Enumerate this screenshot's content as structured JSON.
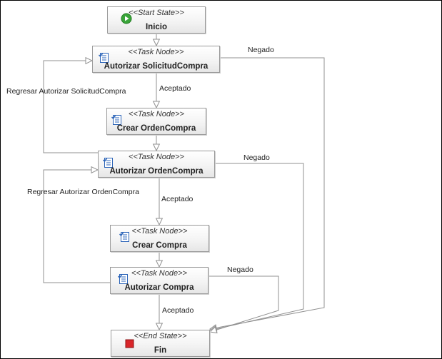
{
  "nodes": [
    {
      "id": "start",
      "stereotype": "<<Start State>>",
      "name": "Inicio",
      "icon": "play-icon"
    },
    {
      "id": "n1",
      "stereotype": "<<Task Node>>",
      "name": "Autorizar SolicitudCompra",
      "icon": "task-node-icon"
    },
    {
      "id": "n2",
      "stereotype": "<<Task Node>>",
      "name": "Crear OrdenCompra",
      "icon": "task-node-icon"
    },
    {
      "id": "n3",
      "stereotype": "<<Task Node>>",
      "name": "Autorizar OrdenCompra",
      "icon": "task-node-icon"
    },
    {
      "id": "n4",
      "stereotype": "<<Task Node>>",
      "name": "Crear Compra",
      "icon": "task-node-icon"
    },
    {
      "id": "n5",
      "stereotype": "<<Task Node>>",
      "name": "Autorizar Compra",
      "icon": "task-node-icon"
    },
    {
      "id": "end",
      "stereotype": "<<End State>>",
      "name": "Fin",
      "icon": "stop-icon"
    }
  ],
  "edges": [
    {
      "from": "start",
      "to": "n1",
      "label": ""
    },
    {
      "from": "n1",
      "to": "n2",
      "label": "Aceptado"
    },
    {
      "from": "n1",
      "to": "end",
      "label": "Negado"
    },
    {
      "from": "n2",
      "to": "n3",
      "label": ""
    },
    {
      "from": "n3",
      "to": "n1",
      "label": "Regresar Autorizar SolicitudCompra"
    },
    {
      "from": "n3",
      "to": "n4",
      "label": "Aceptado"
    },
    {
      "from": "n3",
      "to": "end",
      "label": "Negado"
    },
    {
      "from": "n4",
      "to": "n5",
      "label": ""
    },
    {
      "from": "n5",
      "to": "n3",
      "label": "Regresar Autorizar OrdenCompra"
    },
    {
      "from": "n5",
      "to": "end",
      "label": "Aceptado"
    },
    {
      "from": "n5",
      "to": "end",
      "label": "Negado"
    }
  ],
  "colors": {
    "edge": "#909090",
    "start_icon": "#3aa53a",
    "end_icon": "#d9262a",
    "task_icon": "#2a63b8"
  }
}
